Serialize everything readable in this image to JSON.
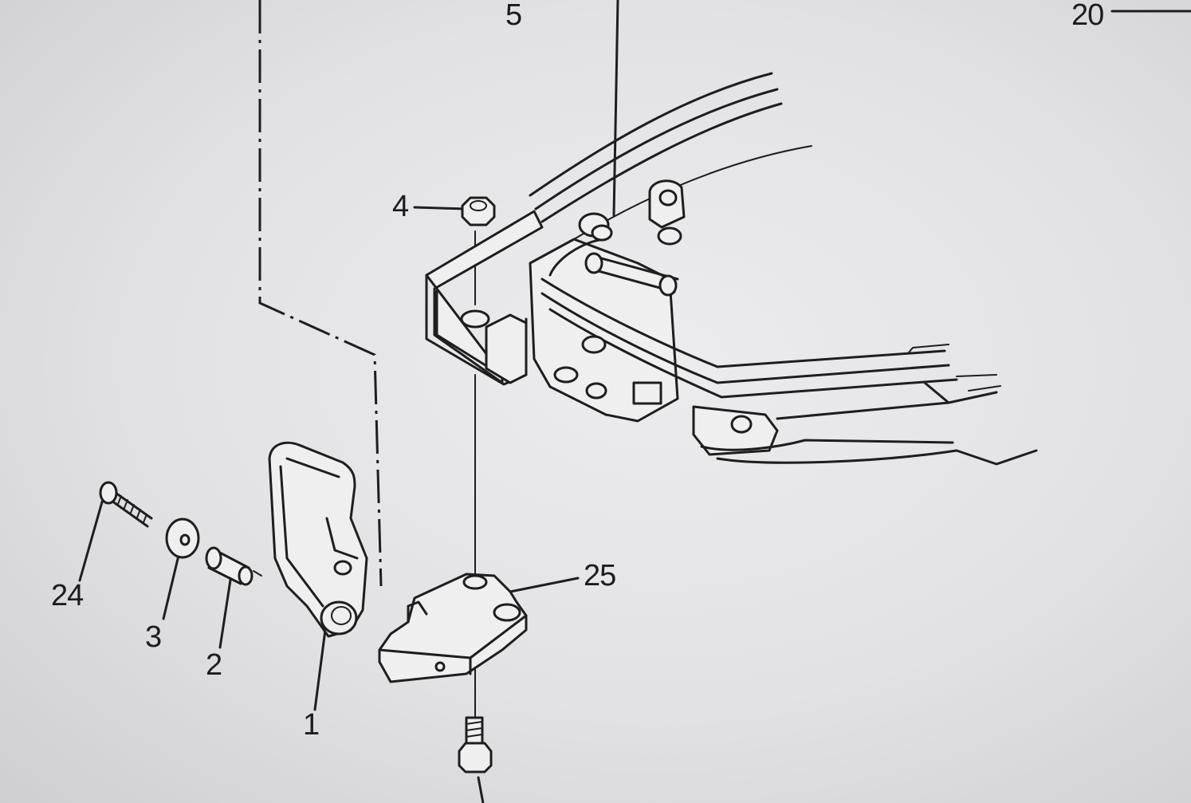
{
  "diagram": {
    "callouts": {
      "c5": "5",
      "c20": "20",
      "c4": "4",
      "c25": "25",
      "c24": "24",
      "c3": "3",
      "c2": "2",
      "c1": "1"
    },
    "ink_color": "#1e1e1e",
    "paper_color": "#e4e4e6"
  }
}
